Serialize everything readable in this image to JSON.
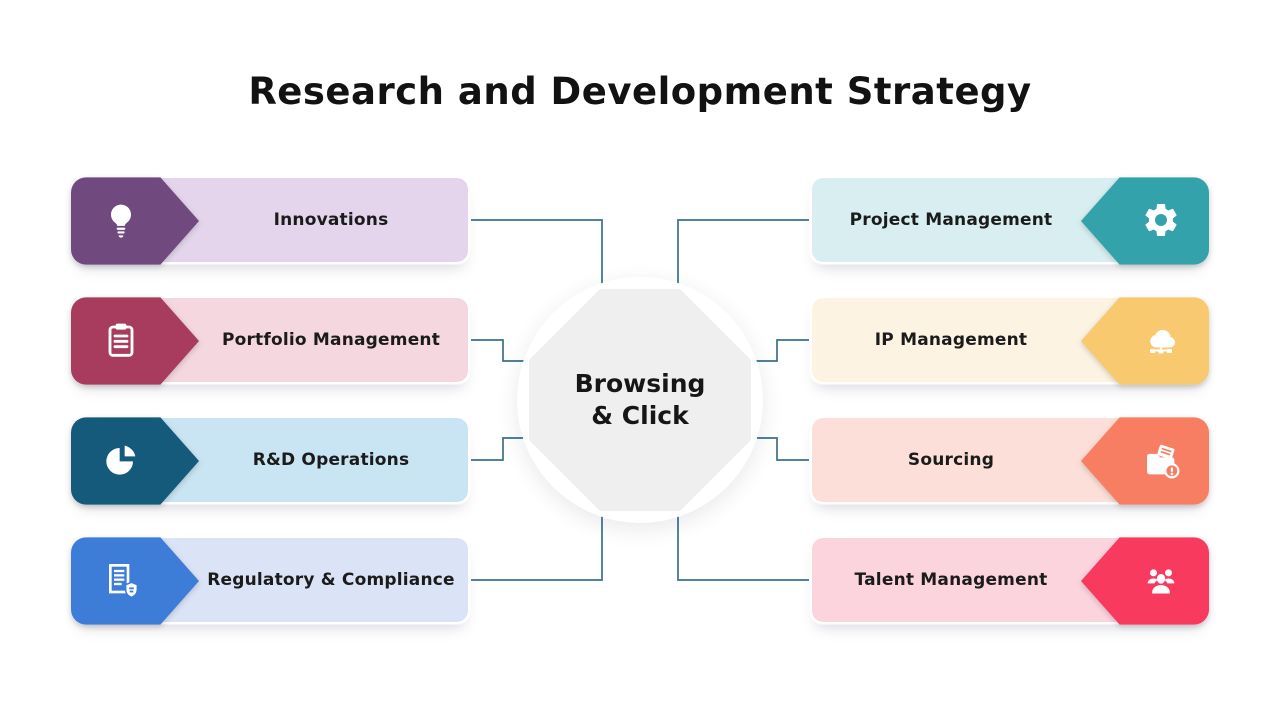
{
  "title": "Research and Development Strategy",
  "center": {
    "line1": "Browsing",
    "line2": "& Click"
  },
  "colors": {
    "connector": "#38708F",
    "octagon_fill": "#EFEFEF",
    "title_color": "#121212"
  },
  "left_items": [
    {
      "label": "Innovations",
      "icon": "lightbulb-icon",
      "arrow_color": "#70497F",
      "bg_color": "#E4D5EC"
    },
    {
      "label": "Portfolio Management",
      "icon": "clipboard-icon",
      "arrow_color": "#A73C5E",
      "bg_color": "#F4D7DF"
    },
    {
      "label": "R&D Operations",
      "icon": "pie-chart-icon",
      "arrow_color": "#15597B",
      "bg_color": "#C9E4F3"
    },
    {
      "label": "Regulatory & Compliance",
      "icon": "document-shield-icon",
      "arrow_color": "#3D7DD8",
      "bg_color": "#DBE4F6"
    }
  ],
  "right_items": [
    {
      "label": "Project Management",
      "icon": "gear-icon",
      "arrow_color": "#34A2AB",
      "bg_color": "#D8EEF1"
    },
    {
      "label": "IP Management",
      "icon": "cloud-network-icon",
      "arrow_color": "#F8C96E",
      "bg_color": "#FDF3E3"
    },
    {
      "label": "Sourcing",
      "icon": "folder-alert-icon",
      "arrow_color": "#F87E63",
      "bg_color": "#FCDFD8"
    },
    {
      "label": "Talent Management",
      "icon": "people-icon",
      "arrow_color": "#F93A5F",
      "bg_color": "#FBD4DE"
    }
  ]
}
